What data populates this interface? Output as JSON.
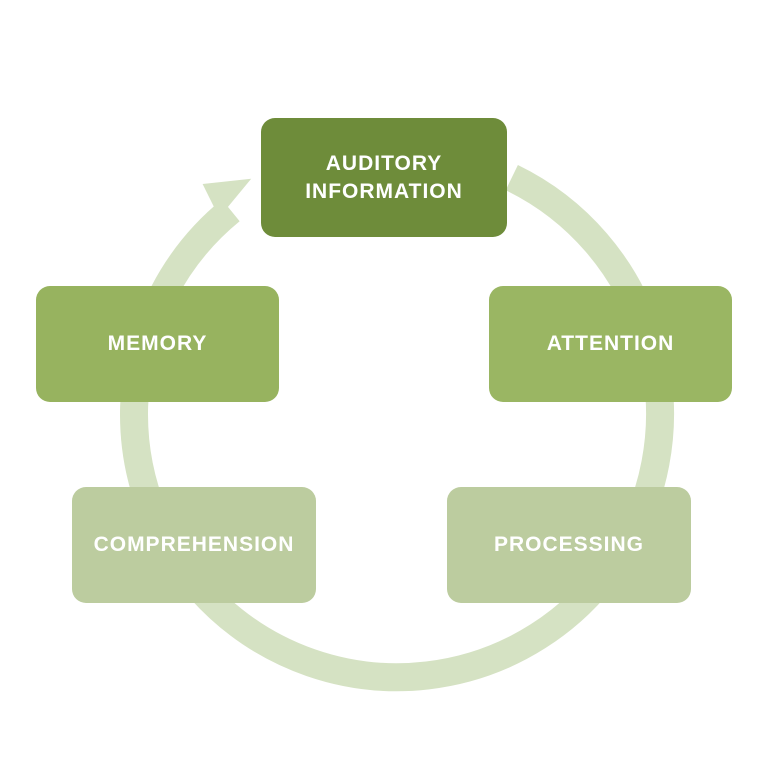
{
  "colors": {
    "ring": "#d5e2c3",
    "auditory": "#6e8c3a",
    "attention": "#9ab663",
    "processing": "#bccc9f",
    "comprehension": "#bccc9f",
    "memory": "#97b35f"
  },
  "nodes": {
    "auditory": {
      "line1": "AUDITORY",
      "line2": "INFORMATION"
    },
    "attention": {
      "label": "ATTENTION"
    },
    "processing": {
      "label": "PROCESSING"
    },
    "comprehension": {
      "label": "COMPREHENSION"
    },
    "memory": {
      "label": "MEMORY"
    }
  }
}
